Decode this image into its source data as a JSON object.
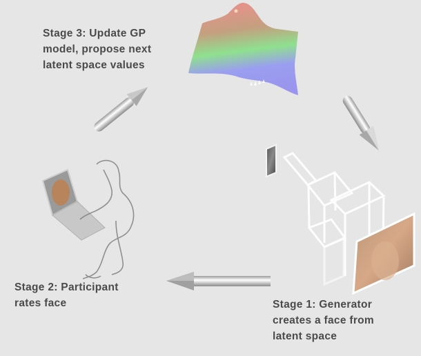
{
  "diagram": {
    "type": "cycle",
    "stages": [
      {
        "id": "stage1",
        "lines": [
          "Stage 1: Generator",
          "creates a face from",
          "latent space"
        ],
        "illustration": "generator-network-with-face"
      },
      {
        "id": "stage2",
        "lines": [
          "Stage 2: Participant",
          "rates face"
        ],
        "illustration": "person-with-laptop"
      },
      {
        "id": "stage3",
        "lines": [
          "Stage 3: Update GP",
          "model, propose next",
          "latent space values"
        ],
        "illustration": "gp-surface-plot"
      }
    ],
    "arrows": [
      {
        "from": "stage1",
        "to": "stage2",
        "direction": "left"
      },
      {
        "from": "stage2",
        "to": "stage3",
        "direction": "up-right"
      },
      {
        "from": "stage3",
        "to": "stage1",
        "direction": "down-right"
      }
    ],
    "colors": {
      "background": "#e6e6e6",
      "text": "#4a4a4a",
      "arrow": "#a8a8a8",
      "surface_peak": "#ee8f8f",
      "surface_mid": "#8fdf8f",
      "surface_low": "#9a9aee"
    }
  }
}
